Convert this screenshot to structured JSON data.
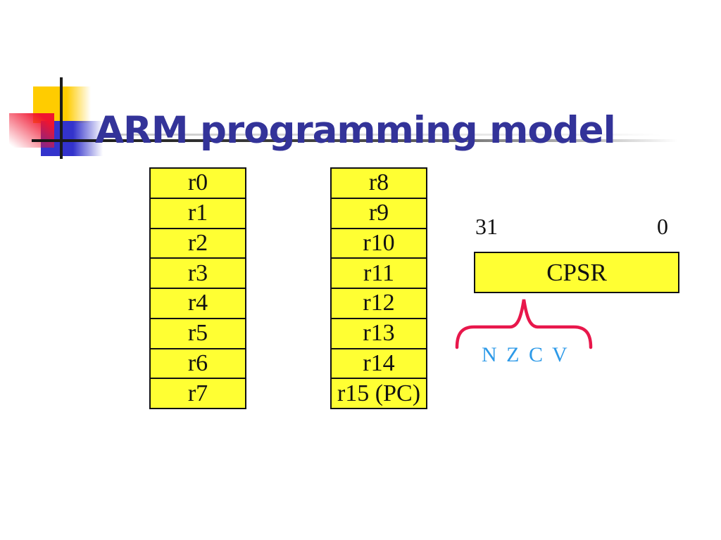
{
  "slide_title": "ARM programming model",
  "register_banks": {
    "low": [
      "r0",
      "r1",
      "r2",
      "r3",
      "r4",
      "r5",
      "r6",
      "r7"
    ],
    "high": [
      "r8",
      "r9",
      "r10",
      "r11",
      "r12",
      "r13",
      "r14",
      "r15 (PC)"
    ]
  },
  "cpsr": {
    "bit_high": "31",
    "bit_low": "0",
    "label": "CPSR",
    "flags": "N Z C V"
  },
  "colors": {
    "title": "#333399",
    "register-fill": "#ffff33",
    "register-border": "#111111",
    "register-text": "#111111",
    "brace": "#e8174b",
    "flags": "#2e9ae8",
    "deco-yellow": "#ffcc00",
    "deco-blue": "#3333cc",
    "deco-red": "#f0142f"
  }
}
